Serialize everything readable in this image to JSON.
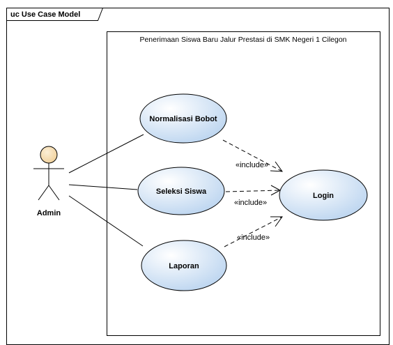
{
  "frame": {
    "title": "uc Use Case Model"
  },
  "system_boundary": {
    "title": "Penerimaan Siswa Baru Jalur Prestasi di SMK Negeri 1 Cilegon"
  },
  "actors": [
    {
      "name": "Admin"
    }
  ],
  "use_cases": [
    {
      "name": "Normalisasi Bobot"
    },
    {
      "name": "Seleksi Siswa"
    },
    {
      "name": "Laporan"
    },
    {
      "name": "Login"
    }
  ],
  "associations": [
    {
      "from": "Admin",
      "to": "Normalisasi Bobot"
    },
    {
      "from": "Admin",
      "to": "Seleksi Siswa"
    },
    {
      "from": "Admin",
      "to": "Laporan"
    }
  ],
  "includes": [
    {
      "from": "Normalisasi Bobot",
      "to": "Login",
      "label": "«include»"
    },
    {
      "from": "Seleksi Siswa",
      "to": "Login",
      "label": "«include»"
    },
    {
      "from": "Laporan",
      "to": "Login",
      "label": "«include»"
    }
  ],
  "colors": {
    "use_case_fill_top": "#ffffff",
    "use_case_fill_bottom": "#b9d3ef",
    "actor_head_fill": "#f6ddb0",
    "stroke": "#000000"
  }
}
